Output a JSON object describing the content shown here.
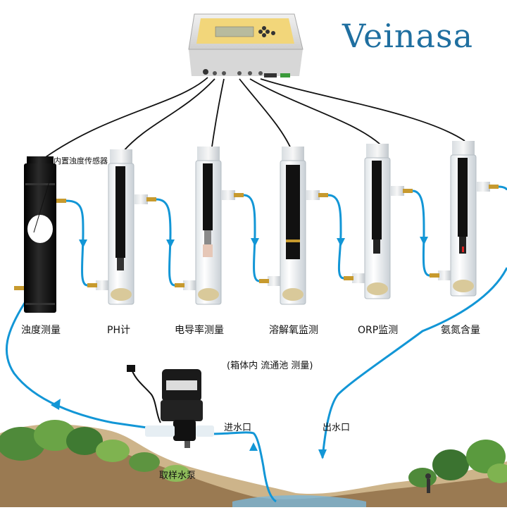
{
  "brand": "Veinasa",
  "controller": {
    "screen_title": "环境数据采集仪"
  },
  "builtin_sensor_label": "内置浊度传感器",
  "sensors": [
    {
      "label": "浊度测量"
    },
    {
      "label": "PH计"
    },
    {
      "label": "电导率测量"
    },
    {
      "label": "溶解氧监测"
    },
    {
      "label": "ORP监测"
    },
    {
      "label": "氨氮含量"
    }
  ],
  "box_note": "(箱体内 流通池 测量)",
  "pump_label": "取样水泵",
  "inlet_label": "进水口",
  "outlet_label": "出水口",
  "colors": {
    "water": "#1296d6",
    "brand": "#1f6fa0",
    "panel": "#f2d67a"
  }
}
